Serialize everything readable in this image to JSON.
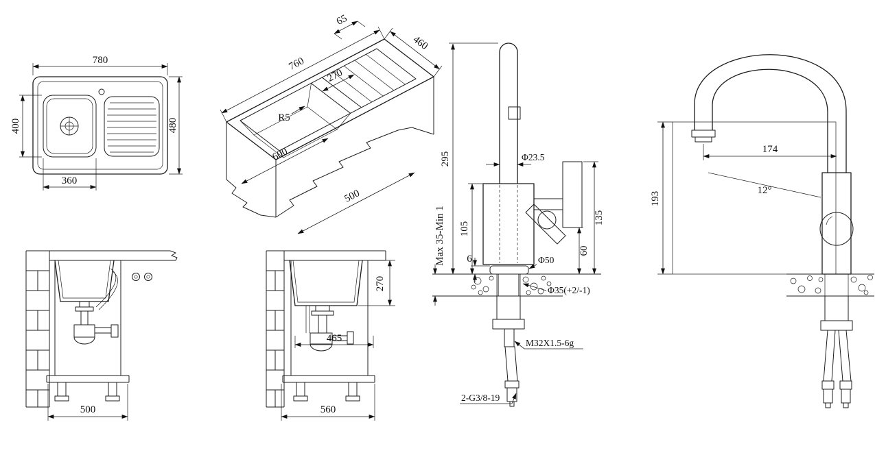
{
  "colors": {
    "background": "#ffffff",
    "line": "#1c1c1c"
  },
  "views": {
    "sink_top": {
      "width": "780",
      "bowl_height": "400",
      "depth": "480",
      "bowl_width": "360"
    },
    "sink_iso": {
      "rim_edge": "65",
      "width": "460",
      "length": "760",
      "drainer_width": "270",
      "corner_radius": "R5",
      "cabinet_length": "600",
      "cabinet_width": "500"
    },
    "faucet_section": {
      "spout_height": "295",
      "spout_dia": "Φ23.5",
      "body_height": "105",
      "counter_thickness": "Max 35-Min 1",
      "flange_gap": "6",
      "base_dia": "Φ50",
      "handle_top": "135",
      "handle_bottom": "60",
      "hole_dia": "Φ35(+2/-1)",
      "shank_thread": "M32X1.5-6g",
      "hose_thread": "2-G3/8-19"
    },
    "faucet_profile": {
      "reach": "174",
      "height": "193",
      "angle": "12°"
    },
    "cabinet_front": {
      "width": "500"
    },
    "cabinet_side": {
      "bowl_depth": "270",
      "drain_offset": "465",
      "depth": "560"
    }
  }
}
